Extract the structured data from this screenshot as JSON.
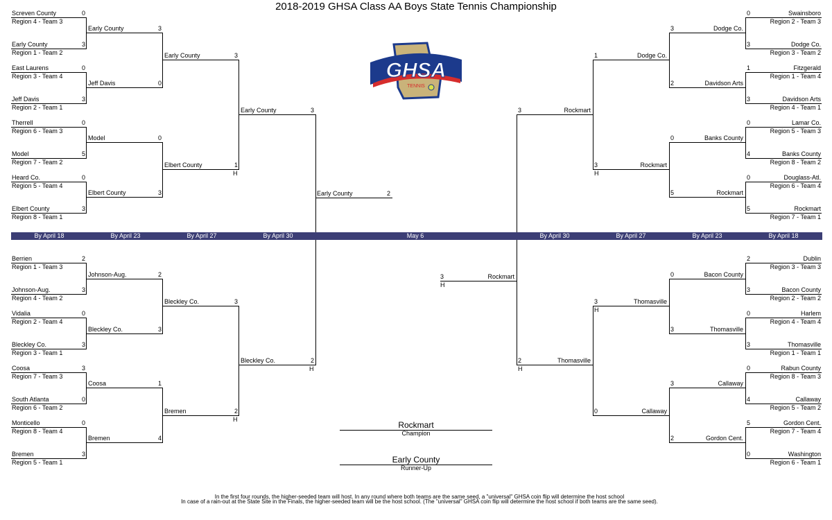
{
  "title": "2018-2019 GHSA Class AA Boys State Tennis Championship",
  "logo": {
    "text": "GHSA",
    "subtext": "TENNIS",
    "colors": {
      "navy": "#1c3a8c",
      "red": "#d62d2d",
      "gold": "#c9b37a"
    }
  },
  "band_color": "#3c3e75",
  "dates": [
    "By April 18",
    "By April 23",
    "By April 27",
    "By April 30",
    "May 6",
    "By April 30",
    "By April 27",
    "By April 23",
    "By April 18"
  ],
  "round1": {
    "left": [
      {
        "name": "Screven County",
        "seed": "Region 4 - Team 3",
        "score": "0"
      },
      {
        "name": "Early County",
        "seed": "Region 1 - Team 2",
        "score": "3"
      },
      {
        "name": "East Laurens",
        "seed": "Region 3 - Team 4",
        "score": "0"
      },
      {
        "name": "Jeff Davis",
        "seed": "Region 2 - Team 1",
        "score": "3"
      },
      {
        "name": "Therrell",
        "seed": "Region 6 - Team 3",
        "score": "0"
      },
      {
        "name": "Model",
        "seed": "Region 7 - Team 2",
        "score": "5"
      },
      {
        "name": "Heard Co.",
        "seed": "Region 5 - Team 4",
        "score": "0"
      },
      {
        "name": "Elbert County",
        "seed": "Region 8 - Team 1",
        "score": "3"
      },
      {
        "name": "Berrien",
        "seed": "Region 1 - Team 3",
        "score": "2"
      },
      {
        "name": "Johnson-Aug.",
        "seed": "Region 4 - Team 2",
        "score": "3"
      },
      {
        "name": "Vidalia",
        "seed": "Region 2 - Team 4",
        "score": "0"
      },
      {
        "name": "Bleckley Co.",
        "seed": "Region 3 - Team 1",
        "score": "3"
      },
      {
        "name": "Coosa",
        "seed": "Region 7 - Team 3",
        "score": "3"
      },
      {
        "name": "South Atlanta",
        "seed": "Region 6 - Team 2",
        "score": "0"
      },
      {
        "name": "Monticello",
        "seed": "Region 8 - Team 4",
        "score": "0"
      },
      {
        "name": "Bremen",
        "seed": "Region 5 - Team 1",
        "score": "3"
      }
    ],
    "right": [
      {
        "name": "Swainsboro",
        "seed": "Region 2 - Team 3",
        "score": "0"
      },
      {
        "name": "Dodge Co.",
        "seed": "Region 3 - Team 2",
        "score": "3"
      },
      {
        "name": "Fitzgerald",
        "seed": "Region 1 - Team 4",
        "score": "1"
      },
      {
        "name": "Davidson Arts",
        "seed": "Region 4 - Team 1",
        "score": "3"
      },
      {
        "name": "Lamar Co.",
        "seed": "Region 5 - Team 3",
        "score": "0"
      },
      {
        "name": "Banks County",
        "seed": "Region 8 - Team 2",
        "score": "4"
      },
      {
        "name": "Douglass-Atl.",
        "seed": "Region 6 - Team 4",
        "score": "0"
      },
      {
        "name": "Rockmart",
        "seed": "Region 7 - Team 1",
        "score": "5"
      },
      {
        "name": "Dublin",
        "seed": "Region 3 - Team 3",
        "score": "2"
      },
      {
        "name": "Bacon County",
        "seed": "Region 2 - Team 2",
        "score": "3"
      },
      {
        "name": "Harlem",
        "seed": "Region 4 - Team 4",
        "score": "0"
      },
      {
        "name": "Thomasville",
        "seed": "Region 1 - Team 1",
        "score": "3"
      },
      {
        "name": "Rabun County",
        "seed": "Region 8 - Team 3",
        "score": "0"
      },
      {
        "name": "Callaway",
        "seed": "Region 5 - Team 2",
        "score": "4"
      },
      {
        "name": "Gordon Cent.",
        "seed": "Region 7 - Team 4",
        "score": "5"
      },
      {
        "name": "Washington",
        "seed": "Region 6 - Team 1",
        "score": "0"
      }
    ]
  },
  "round2": {
    "left": [
      {
        "name": "Early County",
        "score": "3",
        "host": ""
      },
      {
        "name": "Jeff Davis",
        "score": "0",
        "host": ""
      },
      {
        "name": "Model",
        "score": "0",
        "host": ""
      },
      {
        "name": "Elbert County",
        "score": "3",
        "host": ""
      },
      {
        "name": "Johnson-Aug.",
        "score": "2",
        "host": ""
      },
      {
        "name": "Bleckley Co.",
        "score": "3",
        "host": ""
      },
      {
        "name": "Coosa",
        "score": "1",
        "host": ""
      },
      {
        "name": "Bremen",
        "score": "4",
        "host": ""
      }
    ],
    "right": [
      {
        "name": "Dodge Co.",
        "score": "3",
        "host": ""
      },
      {
        "name": "Davidson Arts",
        "score": "2",
        "host": ""
      },
      {
        "name": "Banks County",
        "score": "0",
        "host": ""
      },
      {
        "name": "Rockmart",
        "score": "5",
        "host": ""
      },
      {
        "name": "Bacon County",
        "score": "0",
        "host": ""
      },
      {
        "name": "Thomasville",
        "score": "3",
        "host": ""
      },
      {
        "name": "Callaway",
        "score": "3",
        "host": ""
      },
      {
        "name": "Gordon Cent.",
        "score": "2",
        "host": ""
      }
    ]
  },
  "round3": {
    "left": [
      {
        "name": "Early County",
        "score": "3",
        "host": ""
      },
      {
        "name": "Elbert County",
        "score": "1",
        "host": "H"
      },
      {
        "name": "Bleckley Co.",
        "score": "3",
        "host": ""
      },
      {
        "name": "Bremen",
        "score": "2",
        "host": "H"
      }
    ],
    "right": [
      {
        "name": "Dodge Co.",
        "score": "1",
        "host": ""
      },
      {
        "name": "Rockmart",
        "score": "3",
        "host": "H"
      },
      {
        "name": "Thomasville",
        "score": "3",
        "host": "H"
      },
      {
        "name": "Callaway",
        "score": "0",
        "host": ""
      }
    ]
  },
  "round4": {
    "left": [
      {
        "name": "Early County",
        "score": "3",
        "host": ""
      },
      {
        "name": "Bleckley Co.",
        "score": "2",
        "host": "H"
      }
    ],
    "right": [
      {
        "name": "Rockmart",
        "score": "3",
        "host": ""
      },
      {
        "name": "Thomasville",
        "score": "2",
        "host": "H"
      }
    ]
  },
  "finals": {
    "left": {
      "name": "Early County",
      "score": "2",
      "host": ""
    },
    "right": {
      "name": "Rockmart",
      "score": "3",
      "host": "H"
    }
  },
  "champion": {
    "name": "Rockmart",
    "label": "Champion"
  },
  "runner_up": {
    "name": "Early County",
    "label": "Runner-Up"
  },
  "footnotes": [
    "In the first four rounds, the higher-seeded team will host. In any round where both teams are the same seed, a \"universal\" GHSA coin flip will determine the host school",
    "In case of a rain-out at the State Site in the Finals, the higher-seeded team will be the host school. (The \"universal\" GHSA coin flip will determine the host school if both teams are the same seed)."
  ]
}
